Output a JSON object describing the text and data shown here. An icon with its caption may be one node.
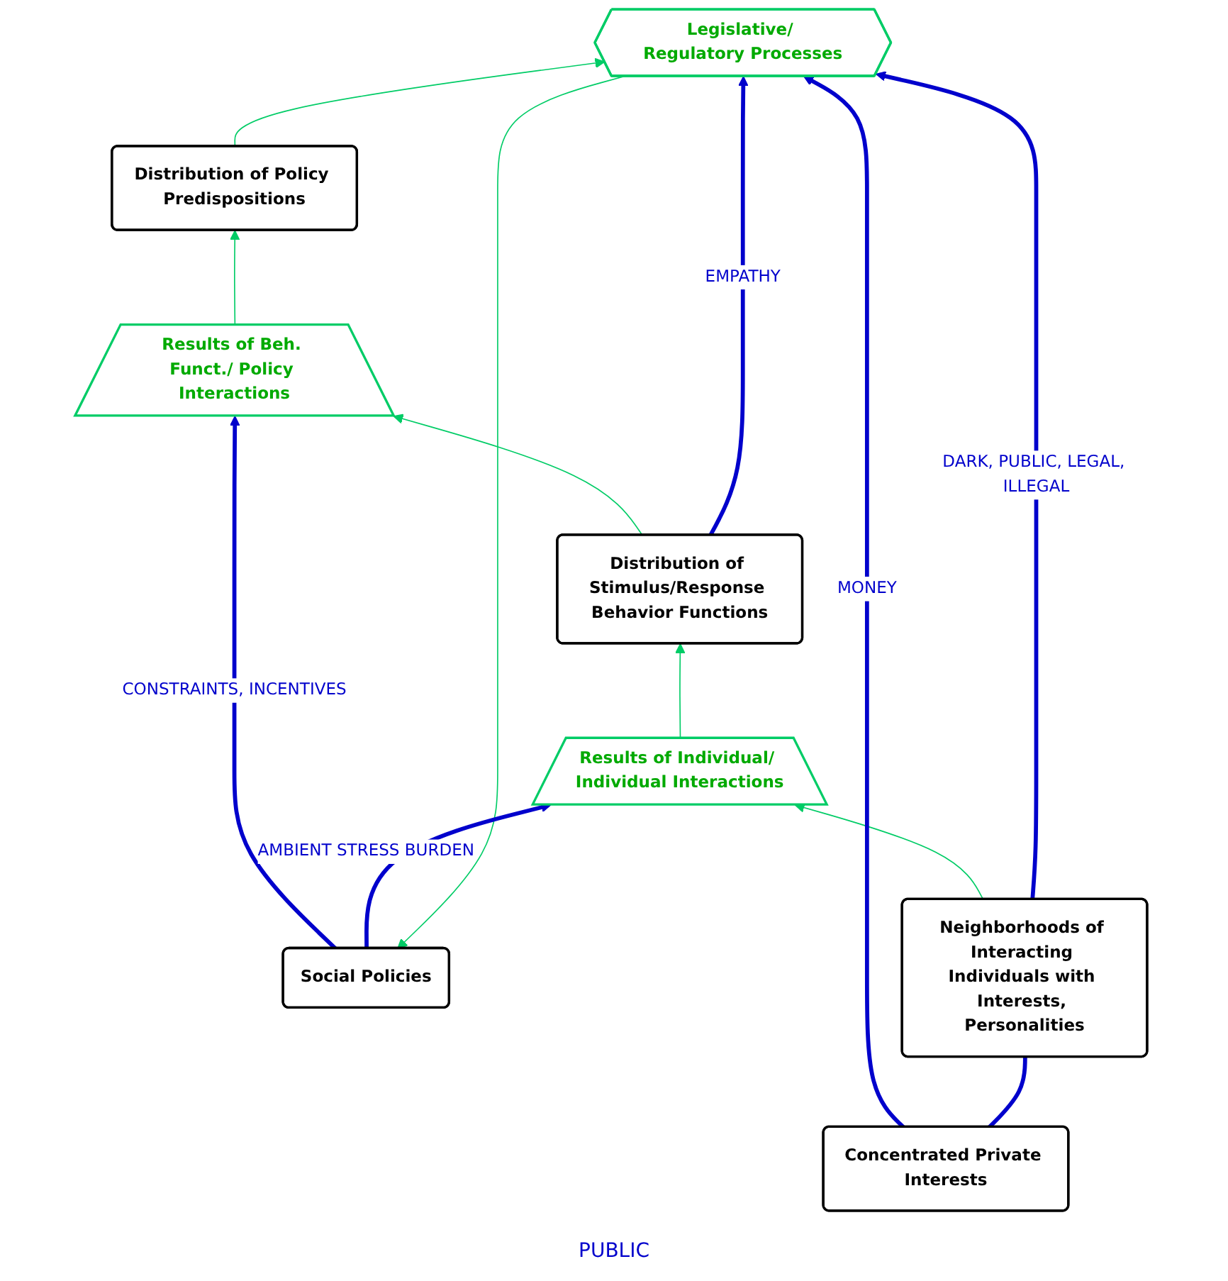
{
  "diagram": {
    "nodes": [
      {
        "text": [
          "Social Policies"
        ]
      },
      {
        "text": [
          "Legislative/ Regulatory Processes"
        ]
      },
      {
        "text": [
          "Distribution of Policy Predispositions"
        ]
      },
      {
        "text": [
          "Results of Beh. Funct./ Policy Interactions"
        ]
      },
      {
        "text": [
          "Distribution of Stimulus/Response Behavior Functions"
        ]
      },
      {
        "text": [
          "Results of Individual/ Individual Interactions"
        ]
      },
      {
        "text": [
          "Concentrated Private Interests"
        ]
      },
      {
        "text": [
          "Neighborhoods of Interacting Individuals with Interests, Personalities"
        ]
      }
    ],
    "edges": [
      {
        "from": 2,
        "to": 1,
        "arrow": "to",
        "color": "#00cc66"
      },
      {
        "from": 1,
        "to": 0,
        "arrow": "to",
        "color": "#00cc66"
      },
      {
        "from": 4,
        "to": 3,
        "arrow": "to",
        "color": "#00cc66"
      },
      {
        "from": 3,
        "to": 2,
        "arrow": "to",
        "color": "#00cc66"
      },
      {
        "from": 7,
        "to": 5,
        "arrow": "to",
        "color": "#00cc66"
      },
      {
        "from": 5,
        "to": 4,
        "arrow": "to",
        "color": "#00cc66"
      },
      {
        "from": 0,
        "to": 3,
        "label": "CONSTRAINTS, INCENTIVES",
        "arrow": "to",
        "style": "thick",
        "color": "#0000cc"
      },
      {
        "from": 0,
        "to": 5,
        "label": "AMBIENT STRESS BURDEN",
        "arrow": "to",
        "style": "thick",
        "color": "#0000cc"
      },
      {
        "from": 6,
        "to": 1,
        "label": "MONEY",
        "arrow": "to",
        "style": "thick",
        "color": "#0000cc"
      },
      {
        "from": 7,
        "to": 1,
        "label": "DARK, PUBLIC, LEGAL, ILLEGAL",
        "arrow": "to",
        "style": "thick",
        "color": "#0000cc"
      },
      {
        "from": 4,
        "to": 1,
        "label": "EMPATHY",
        "arrow": "to",
        "style": "thick",
        "color": "#0000cc"
      },
      {
        "from": 6,
        "to": 7,
        "arrow": "none",
        "style": "thick",
        "color": "#0000cc"
      }
    ],
    "labels": [
      "PUBLIC"
    ]
  }
}
